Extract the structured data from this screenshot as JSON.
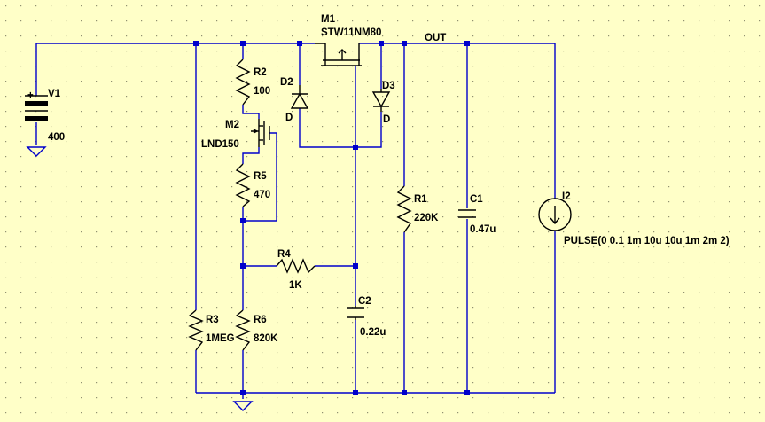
{
  "colors": {
    "background": "#ffffc8",
    "wire": "#0000cc",
    "component": "#000000",
    "grid": "#909070"
  },
  "net_labels": {
    "out": "OUT"
  },
  "components": {
    "v1": {
      "name": "V1",
      "value": "400",
      "plus": "+"
    },
    "m1": {
      "name": "M1",
      "value": "STW11NM80"
    },
    "m2": {
      "name": "M2",
      "value": "LND150"
    },
    "r1": {
      "name": "R1",
      "value": "220K"
    },
    "r2": {
      "name": "R2",
      "value": "100"
    },
    "r3": {
      "name": "R3",
      "value": "1MEG"
    },
    "r4": {
      "name": "R4",
      "value": "1K"
    },
    "r5": {
      "name": "R5",
      "value": "470"
    },
    "r6": {
      "name": "R6",
      "value": "820K"
    },
    "c1": {
      "name": "C1",
      "value": "0.47u"
    },
    "c2": {
      "name": "C2",
      "value": "0.22u"
    },
    "d2": {
      "name": "D2",
      "value": "D"
    },
    "d3": {
      "name": "D3",
      "value": "D"
    },
    "i2": {
      "name": "I2",
      "value": "PULSE(0 0.1 1m 10u 10u 1m 2m 2)"
    }
  },
  "icons": [
    "ground-icon",
    "battery-icon",
    "resistor-icon",
    "capacitor-icon",
    "diode-icon",
    "mosfet-icon",
    "current-source-icon"
  ]
}
